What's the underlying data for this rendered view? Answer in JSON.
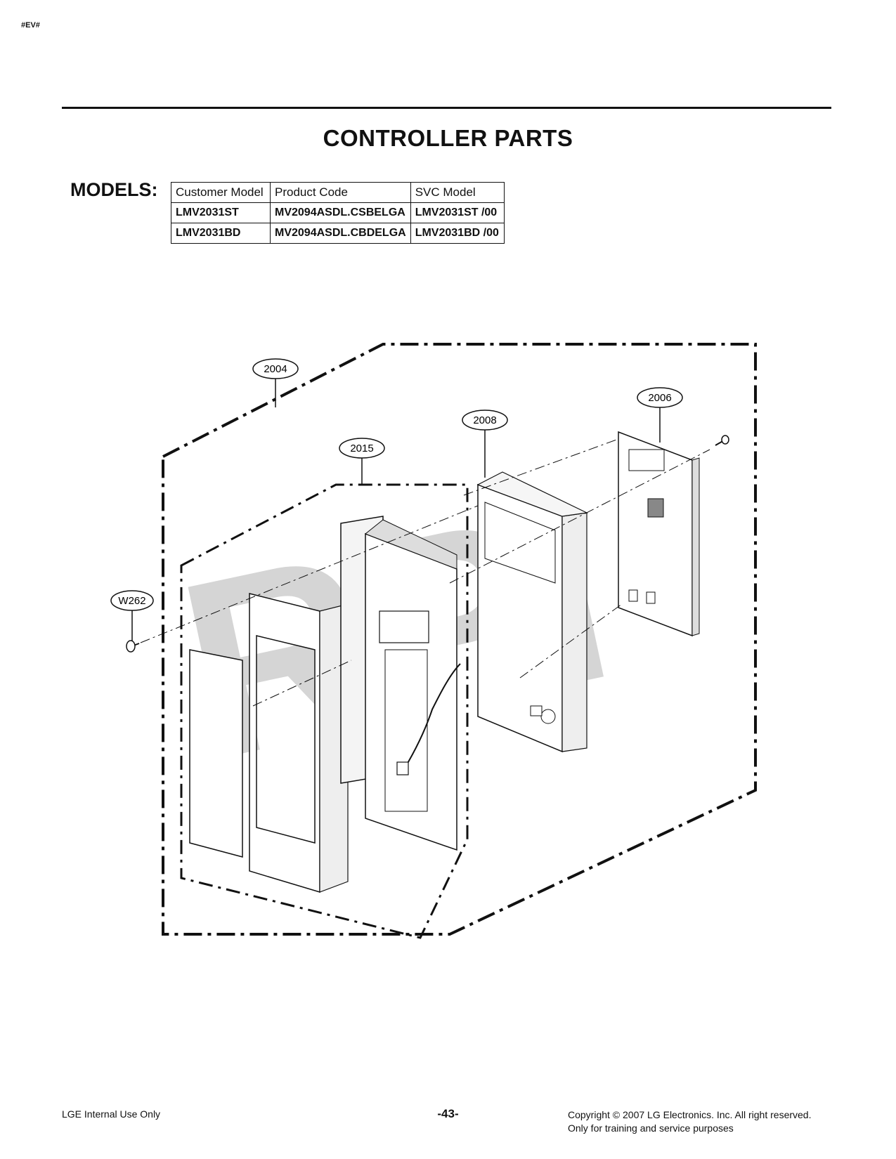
{
  "header": {
    "tag": "#EV#",
    "title": "CONTROLLER PARTS"
  },
  "models": {
    "label": "MODELS:",
    "columns": [
      "Customer Model",
      "Product Code",
      "SVC Model"
    ],
    "rows": [
      [
        "LMV2031ST",
        "MV2094ASDL.CSBELGA",
        "LMV2031ST /00"
      ],
      [
        "LMV2031BD",
        "MV2094ASDL.CBDELGA",
        "LMV2031BD /00"
      ]
    ]
  },
  "diagram": {
    "watermark": "RPI",
    "callouts": {
      "c2004": "2004",
      "c2006": "2006",
      "c2008": "2008",
      "c2015": "2015",
      "cW262": "W262"
    }
  },
  "footer": {
    "left": "LGE Internal Use Only",
    "page": "-43-",
    "copyright": "Copyright © 2007 LG Electronics. Inc. All right reserved.",
    "note": "Only for training and service purposes"
  }
}
